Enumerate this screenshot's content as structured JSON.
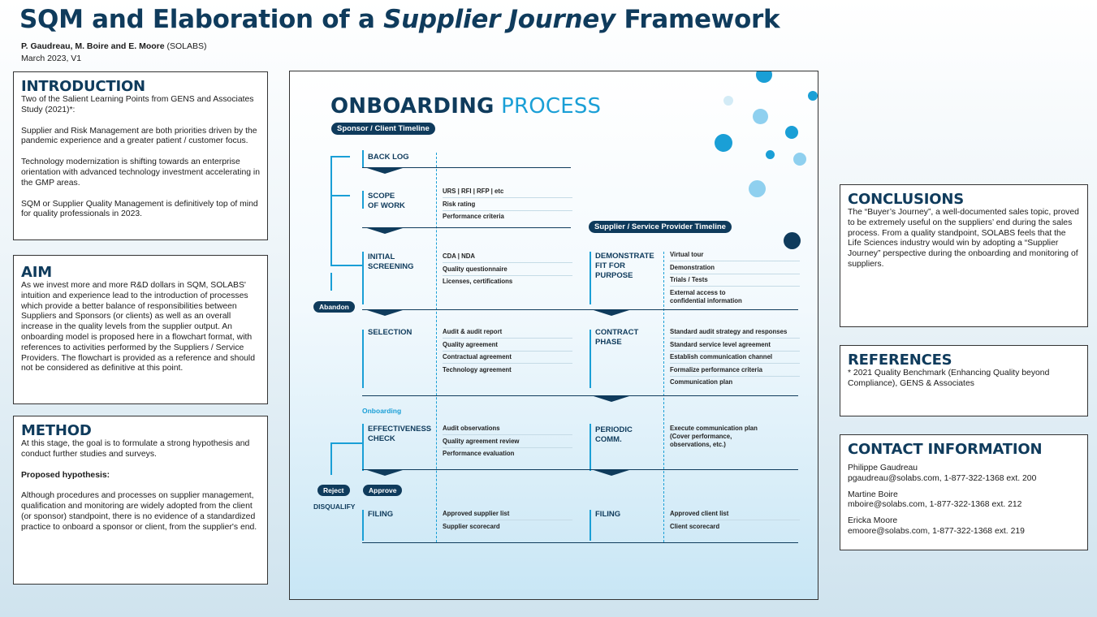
{
  "poster": {
    "title_part1": "SQM and Elaboration of a",
    "title_italic": "Supplier Journey",
    "title_part2": "Framework",
    "authors_bold": "P. Gaudreau, M. Boire and E. Moore",
    "authors_org": "(SOLABS)",
    "date": "March 2023, V1"
  },
  "introduction": {
    "heading": "INTRODUCTION",
    "paragraphs": [
      "Two of the Salient Learning Points from GENS and Associates Study (2021)*:",
      "Supplier and Risk Management are both priorities driven by the pandemic experience and a greater patient / customer focus.",
      "Technology modernization is shifting towards an enterprise orientation with advanced technology investment accelerating in the GMP areas.",
      "SQM or Supplier Quality Management is definitively top of mind for quality professionals in 2023."
    ]
  },
  "aim": {
    "heading": "AIM",
    "paragraphs": [
      "As we invest more and more R&D dollars in SQM, SOLABS' intuition and experience lead to the introduction of processes which provide a better balance of responsibilities between Suppliers and Sponsors (or clients) as well as an overall increase in the quality levels from the supplier output. An onboarding model is proposed here in a flowchart format, with references to activities performed by the Suppliers / Service Providers. The flowchart is provided as a reference and should not be considered as definitive at this point."
    ]
  },
  "method": {
    "heading": "METHOD",
    "paragraphs": [
      "At this stage, the goal is to formulate a strong hypothesis and conduct further studies and surveys.",
      "Proposed hypothesis:",
      "Although procedures and processes on supplier management, qualification and monitoring are widely adopted from the client (or sponsor) standpoint, there is no evidence of a standardized practice to onboard a sponsor or client, from the supplier's end."
    ]
  },
  "conclusions": {
    "heading": "CONCLUSIONS",
    "paragraphs": [
      "The “Buyer’s Journey”, a well-documented sales topic, proved to be extremely useful on the suppliers’ end during the sales process. From a quality standpoint, SOLABS feels that the Life Sciences industry would win by adopting a “Supplier Journey” perspective during the onboarding and monitoring of suppliers."
    ]
  },
  "references": {
    "heading": "REFERENCES",
    "paragraphs": [
      "* 2021 Quality Benchmark (Enhancing Quality beyond Compliance), GENS & Associates"
    ]
  },
  "contact": {
    "heading": "CONTACT INFORMATION",
    "people": [
      {
        "name": "Philippe Gaudreau",
        "details": "pgaudreau@solabs.com, 1-877-322-1368 ext. 200"
      },
      {
        "name": "Martine Boire",
        "details": "mboire@solabs.com, 1-877-322-1368 ext. 212"
      },
      {
        "name": "Ericka Moore",
        "details": "emoore@solabs.com, 1-877-322-1368 ext. 219"
      }
    ]
  },
  "flowchart": {
    "title_bold": "ONBOARDING",
    "title_light": "PROCESS",
    "sponsor_timeline": "Sponsor / Client Timeline",
    "supplier_timeline": "Supplier / Service Provider Timeline",
    "abandon": "Abandon",
    "onboarding": "Onboarding",
    "reject": "Reject",
    "approve": "Approve",
    "disqualify": "DISQUALIFY",
    "sponsor_steps": [
      {
        "label": "BACK LOG",
        "items": []
      },
      {
        "label": "SCOPE\nOF WORK",
        "items": [
          "URS | RFI | RFP | etc",
          "Risk rating",
          "Performance criteria"
        ]
      },
      {
        "label": "INITIAL\nSCREENING",
        "items": [
          "CDA | NDA",
          "Quality questionnaire",
          "Licenses, certifications"
        ]
      },
      {
        "label": "SELECTION",
        "items": [
          "Audit & audit report",
          "Quality agreement",
          "Contractual agreement",
          "Technology agreement"
        ]
      },
      {
        "label": "EFFECTIVENESS\nCHECK",
        "items": [
          "Audit observations",
          "Quality agreement review",
          "Performance evaluation"
        ]
      },
      {
        "label": "FILING",
        "items": [
          "Approved supplier list",
          "Supplier scorecard"
        ]
      }
    ],
    "supplier_steps": [
      {
        "label": "DEMONSTRATE\nFIT FOR\nPURPOSE",
        "items": [
          "Virtual tour",
          "Demonstration",
          "Trials / Tests",
          "External access to\nconfidential information"
        ]
      },
      {
        "label": "CONTRACT\nPHASE",
        "items": [
          "Standard audit strategy and responses",
          "Standard service level agreement",
          "Establish communication channel",
          "Formalize performance criteria",
          "Communication plan"
        ]
      },
      {
        "label": "PERIODIC\nCOMM.",
        "items": [
          "Execute communication plan\n(Cover performance,\nobservations, etc.)"
        ]
      },
      {
        "label": "FILING",
        "items": [
          "Approved client list",
          "Client scorecard"
        ]
      }
    ],
    "colors": {
      "navy": "#0f3b5c",
      "accent": "#1a9fd6",
      "light": "#8fd0ef"
    }
  }
}
